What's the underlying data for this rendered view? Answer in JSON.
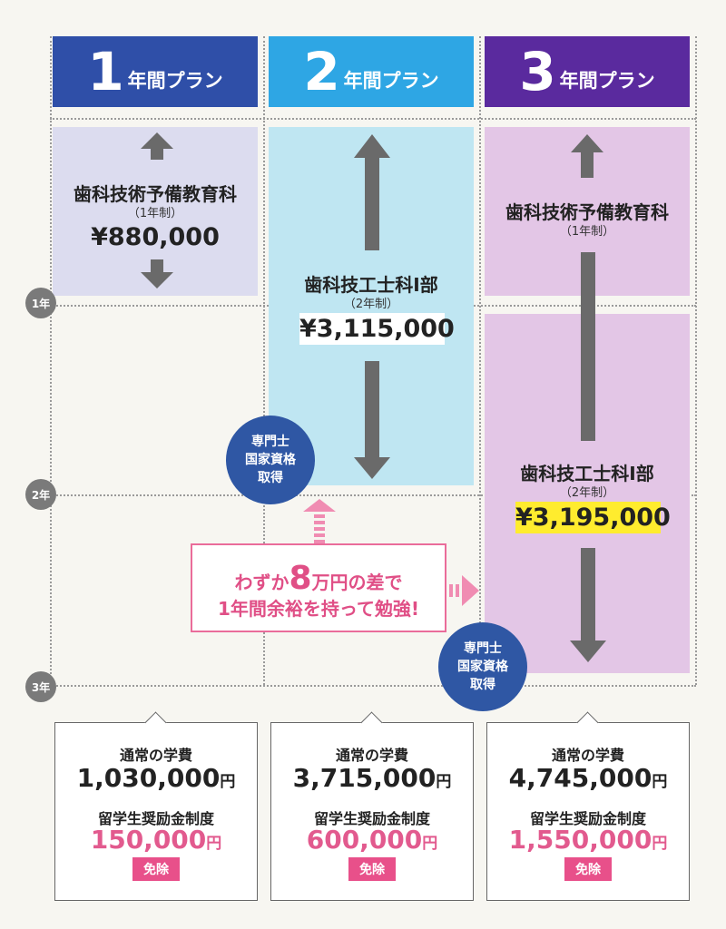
{
  "plans": [
    {
      "number": "1",
      "label": "年間プラン",
      "color": "#2f4fa8"
    },
    {
      "number": "2",
      "label": "年間プラン",
      "color": "#2ea6e4"
    },
    {
      "number": "3",
      "label": "年間プラン",
      "color": "#5a2a9e"
    }
  ],
  "years": [
    "1年",
    "2年",
    "3年"
  ],
  "courses": {
    "p1_prep": {
      "name": "歯科技術予備教育科",
      "duration": "（1年制）",
      "price": "¥880,000"
    },
    "p2_main": {
      "name": "歯科技工士科Ⅰ部",
      "duration": "（2年制）",
      "price": "¥3,115,000"
    },
    "p3_prep": {
      "name": "歯科技術予備教育科",
      "duration": "（1年制）"
    },
    "p3_main": {
      "name": "歯科技工士科Ⅰ部",
      "duration": "（2年制）",
      "price": "¥3,195,000"
    }
  },
  "badge": {
    "line1": "専門士",
    "line2": "国家資格",
    "line3": "取得"
  },
  "callout": {
    "pre": "わずか",
    "num": "8",
    "post": "万円の差で",
    "line2": "1年間余裕を持って勉強!"
  },
  "cards": [
    {
      "regular_label": "通常の学費",
      "regular_amount": "1,030,000",
      "unit": "円",
      "scholarship_label": "留学生奨励金制度",
      "scholarship_amount": "150,000",
      "exempt_label": "免除"
    },
    {
      "regular_label": "通常の学費",
      "regular_amount": "3,715,000",
      "unit": "円",
      "scholarship_label": "留学生奨励金制度",
      "scholarship_amount": "600,000",
      "exempt_label": "免除"
    },
    {
      "regular_label": "通常の学費",
      "regular_amount": "4,745,000",
      "unit": "円",
      "scholarship_label": "留学生奨励金制度",
      "scholarship_amount": "1,550,000",
      "exempt_label": "免除"
    }
  ],
  "colors": {
    "prep_block": "#dcdcef",
    "plan2_block": "#bfe6f2",
    "plan3_block": "#e3c6e6",
    "highlight": "#ffec2e",
    "pink": "#e8508a",
    "badge": "#2f57a4"
  }
}
